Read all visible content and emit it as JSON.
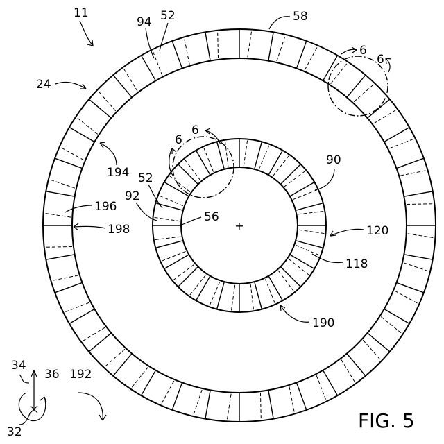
{
  "figure": {
    "caption": "FIG. 5",
    "labels": {
      "l11": "11",
      "l94": "94",
      "l52_top": "52",
      "l58": "58",
      "l6_a": "6",
      "l6_b": "6",
      "l24": "24",
      "l194": "194",
      "l6_c": "6",
      "l6_d": "6",
      "l90": "90",
      "l52_inner": "52",
      "l92": "92",
      "l196": "196",
      "l56": "56",
      "l198": "198",
      "l120": "120",
      "l118": "118",
      "l190": "190",
      "l34": "34",
      "l36": "36",
      "l192": "192",
      "l32": "32"
    },
    "center_mark": "+"
  },
  "colors": {
    "ink": "#000000",
    "paper": "#ffffff"
  },
  "rings": {
    "outer": {
      "segments": 36
    },
    "inner": {
      "segments": 24
    }
  }
}
